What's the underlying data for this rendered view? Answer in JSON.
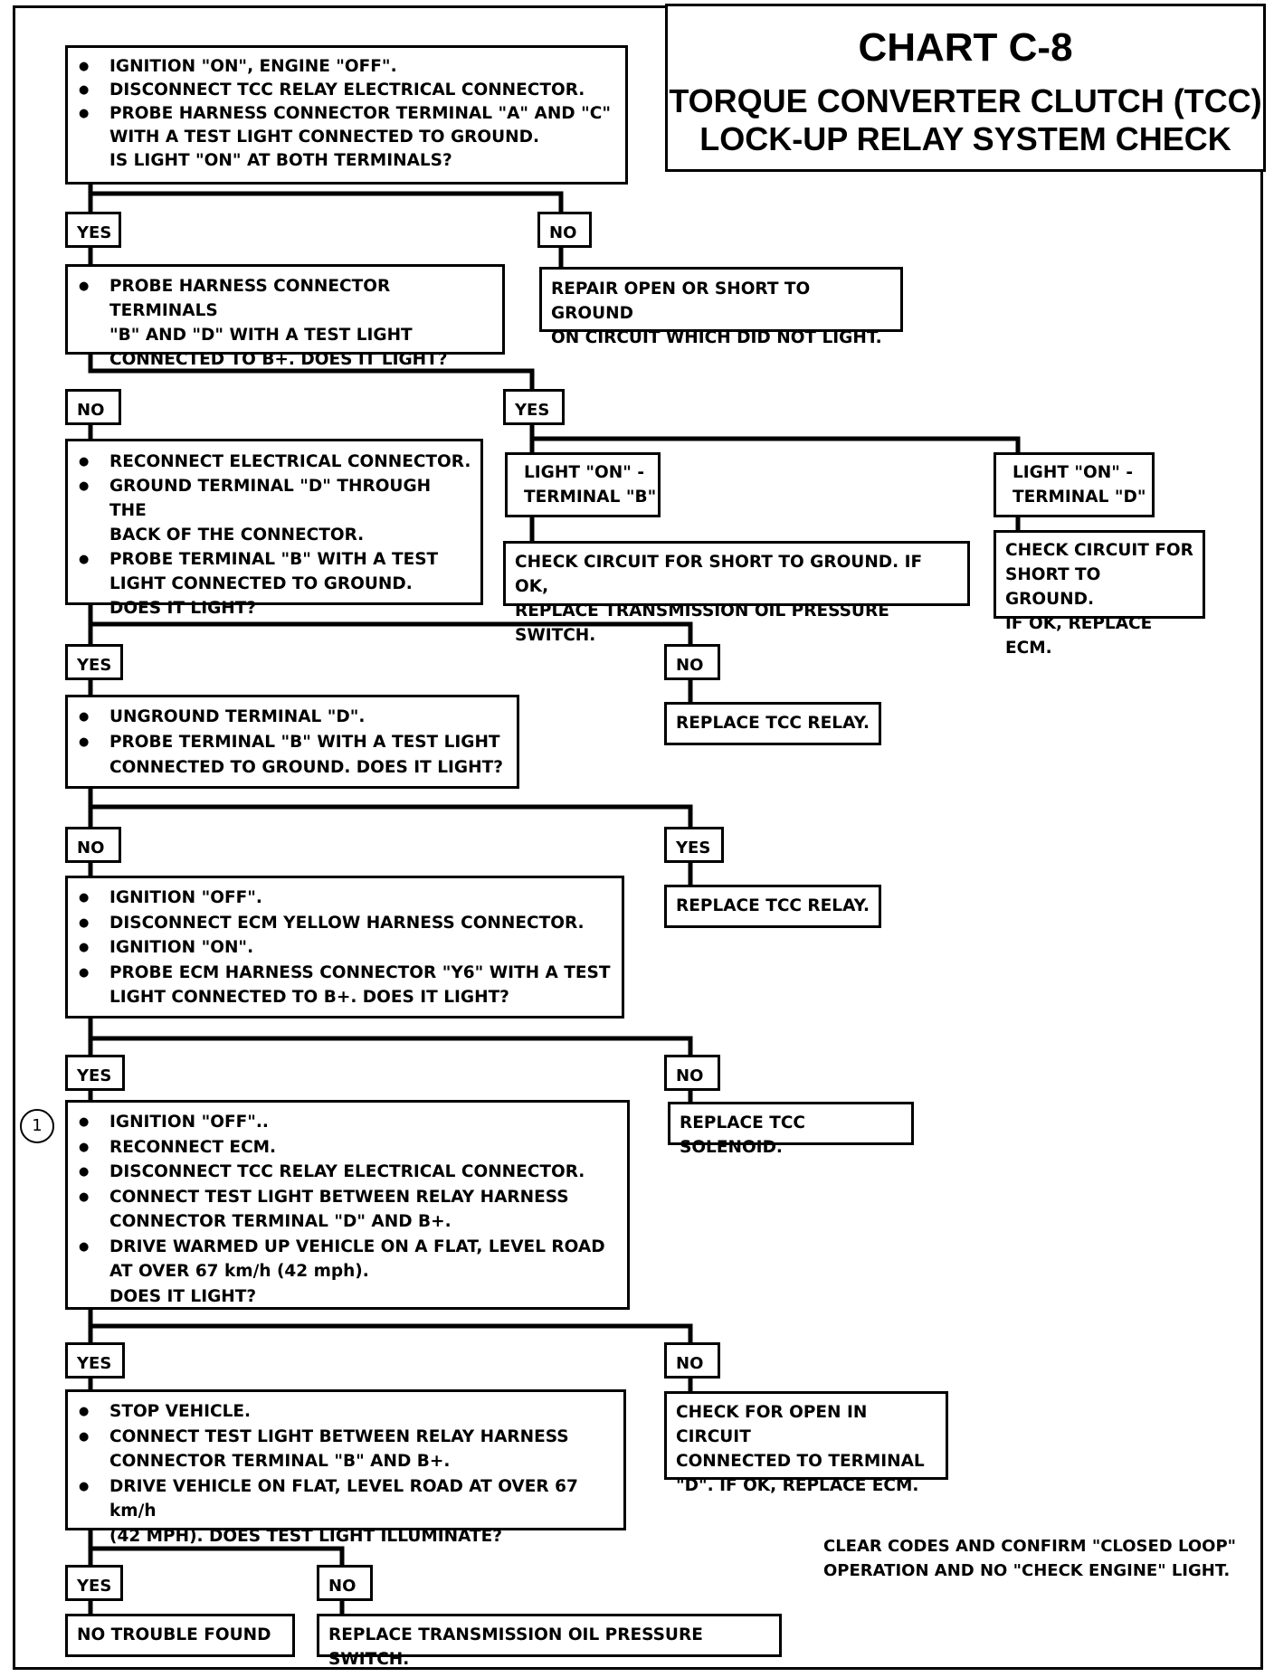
{
  "title": {
    "chart": "CHART C-8",
    "line1": "TORQUE CONVERTER CLUTCH (TCC)",
    "line2": "LOCK-UP RELAY SYSTEM CHECK"
  },
  "steps": {
    "s1": [
      "IGNITION \"ON\", ENGINE \"OFF\".",
      "DISCONNECT TCC RELAY ELECTRICAL CONNECTOR.",
      "PROBE HARNESS CONNECTOR TERMINAL \"A\" AND \"C\"",
      "WITH A TEST LIGHT CONNECTED TO GROUND.",
      "IS LIGHT \"ON\" AT BOTH TERMINALS?"
    ],
    "s2": [
      "PROBE HARNESS CONNECTOR TERMINALS",
      "\"B\" AND \"D\" WITH A TEST LIGHT",
      "CONNECTED TO B+. DOES IT LIGHT?"
    ],
    "s3": [
      "RECONNECT ELECTRICAL CONNECTOR.",
      "GROUND TERMINAL \"D\" THROUGH THE",
      "BACK OF THE CONNECTOR.",
      "PROBE TERMINAL \"B\" WITH A TEST",
      "LIGHT CONNECTED TO GROUND.",
      "DOES IT LIGHT?"
    ],
    "s4": [
      "UNGROUND TERMINAL \"D\".",
      "PROBE TERMINAL \"B\" WITH A TEST LIGHT",
      "CONNECTED TO GROUND. DOES IT LIGHT?"
    ],
    "s5": [
      "IGNITION \"OFF\".",
      "DISCONNECT ECM YELLOW HARNESS CONNECTOR.",
      "IGNITION \"ON\".",
      "PROBE ECM HARNESS CONNECTOR \"Y6\" WITH A TEST",
      "LIGHT CONNECTED TO B+. DOES IT LIGHT?"
    ],
    "s6": [
      "IGNITION \"OFF\"..",
      "RECONNECT ECM.",
      "DISCONNECT TCC RELAY ELECTRICAL CONNECTOR.",
      "CONNECT TEST LIGHT BETWEEN RELAY HARNESS",
      "CONNECTOR TERMINAL \"D\" AND B+.",
      "DRIVE WARMED UP VEHICLE ON A FLAT, LEVEL ROAD",
      "AT OVER 67 km/h (42 mph).",
      "DOES IT LIGHT?"
    ],
    "s7": [
      "STOP VEHICLE.",
      "CONNECT TEST LIGHT BETWEEN RELAY HARNESS",
      "CONNECTOR TERMINAL \"B\" AND B+.",
      "DRIVE VEHICLE ON FLAT, LEVEL ROAD AT OVER 67 km/h",
      "(42 MPH). DOES TEST LIGHT ILLUMINATE?"
    ]
  },
  "results": {
    "r1": [
      "REPAIR OPEN OR SHORT TO GROUND",
      "ON CIRCUIT WHICH DID NOT LIGHT."
    ],
    "light_b": [
      "LIGHT \"ON\" -",
      "TERMINAL \"B\""
    ],
    "light_d": [
      "LIGHT \"ON\" -",
      "TERMINAL \"D\""
    ],
    "r_b": [
      "CHECK CIRCUIT FOR SHORT TO GROUND. IF OK,",
      "REPLACE TRANSMISSION OIL PRESSURE SWITCH."
    ],
    "r_d": [
      "CHECK CIRCUIT FOR",
      "SHORT TO GROUND.",
      "IF OK, REPLACE ECM."
    ],
    "r3": "REPLACE TCC RELAY.",
    "r4": "REPLACE TCC RELAY.",
    "r5": "REPLACE TCC SOLENOID.",
    "r6": [
      "CHECK FOR OPEN IN CIRCUIT",
      "CONNECTED TO TERMINAL",
      "\"D\". IF OK, REPLACE ECM."
    ],
    "r7_yes": "NO TROUBLE FOUND",
    "r7_no": "REPLACE TRANSMISSION OIL PRESSURE SWITCH."
  },
  "labels": {
    "yes": "YES",
    "no": "NO"
  },
  "callout": "1",
  "footer": [
    "CLEAR CODES AND CONFIRM \"CLOSED LOOP\"",
    "OPERATION AND NO \"CHECK ENGINE\" LIGHT."
  ]
}
